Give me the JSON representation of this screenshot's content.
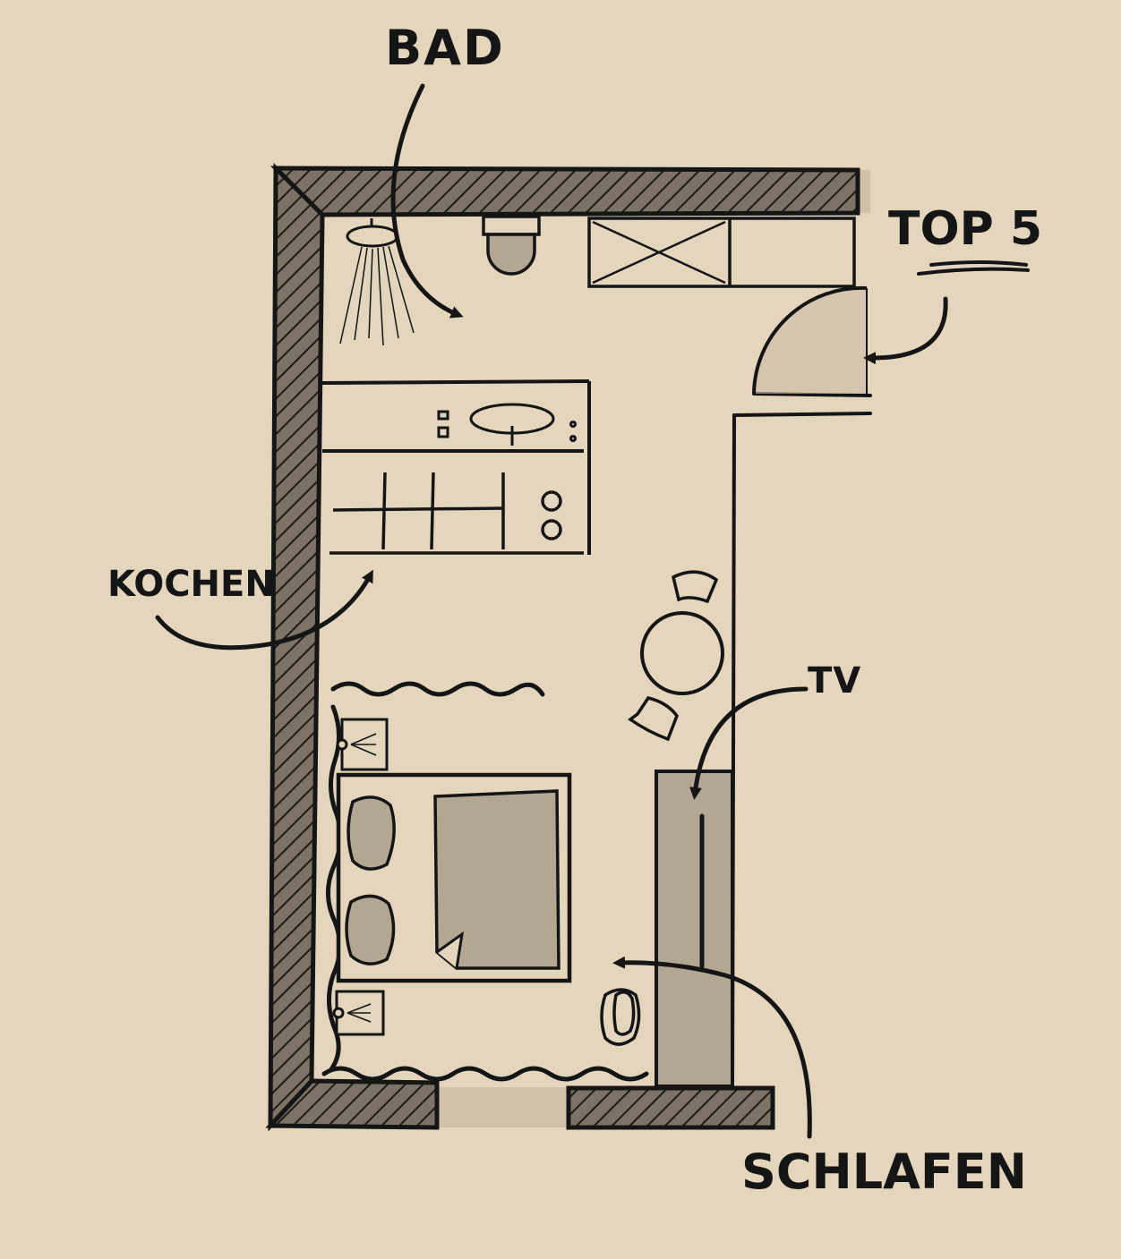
{
  "labels": {
    "bad": "BAD",
    "top": "TOP 5",
    "kochen": "KOCHEN",
    "tv": "TV",
    "schlafen": "SCHLAFEN"
  },
  "colors": {
    "paper": "#e4d5bd",
    "ink": "#151515",
    "wall_fill": "#7c7266",
    "furniture_fill": "#b3a793",
    "shadow": "#cbbba3"
  }
}
